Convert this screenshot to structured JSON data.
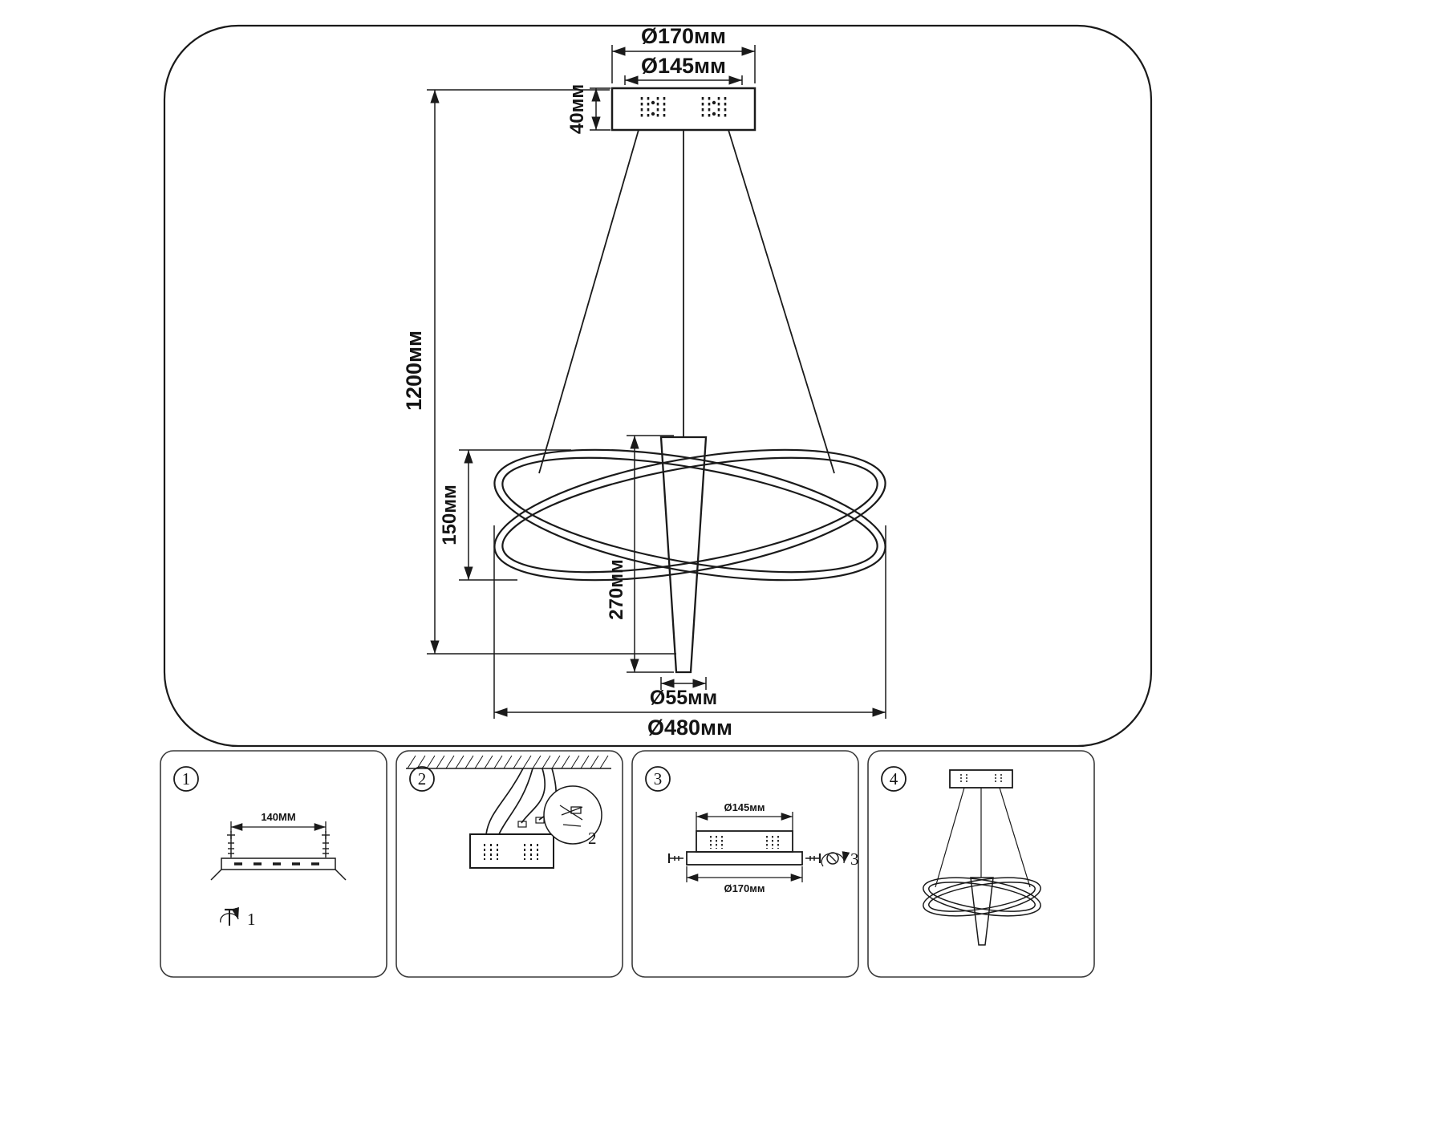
{
  "page": {
    "background": "#ffffff",
    "line_color": "#1a1a1a"
  },
  "main": {
    "description": "pendant-chandelier-dimensional-drawing",
    "dims": {
      "canopy_outer": "Ø170мм",
      "canopy_inner": "Ø145мм",
      "canopy_height": "40мм",
      "suspension_length": "1200мм",
      "rings_height": "150мм",
      "cone_length": "270мм",
      "cone_bottom": "Ø55мм",
      "overall": "Ø480мм"
    }
  },
  "steps": [
    {
      "number": "1",
      "bracket_width": "140MM",
      "fastener_label": "1"
    },
    {
      "number": "2",
      "detail_label": "2"
    },
    {
      "number": "3",
      "canopy_inner": "Ø145мм",
      "canopy_outer": "Ø170мм",
      "fastener_label": "3"
    },
    {
      "number": "4"
    }
  ]
}
